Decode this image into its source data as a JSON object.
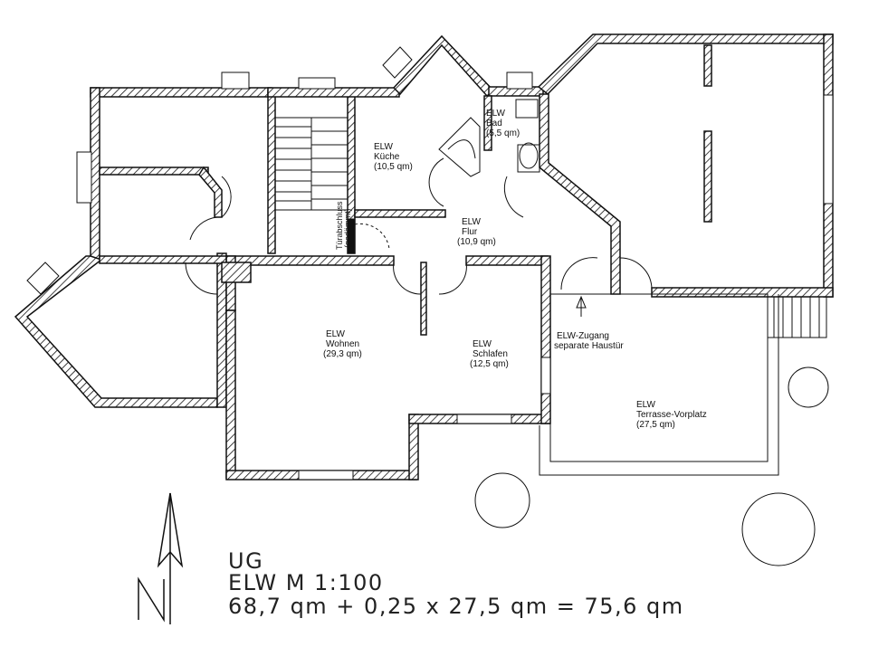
{
  "plan": {
    "rooms": {
      "kueche": {
        "l1": "ELW",
        "l2": "Küche",
        "l3": "(10,5 qm)"
      },
      "bad": {
        "l1": "ELW",
        "l2": "Bad",
        "l3": "(5,5 qm)"
      },
      "flur": {
        "l1": "ELW",
        "l2": "Flur",
        "l3": "(10,9 qm)"
      },
      "wohnen": {
        "l1": "ELW",
        "l2": "Wohnen",
        "l3": "(29,3 qm)"
      },
      "schlafen": {
        "l1": "ELW",
        "l2": "Schlafen",
        "l3": "(12,5 qm)"
      },
      "zugang": {
        "l1": "ELW-Zugang",
        "l2": "separate Haustür"
      },
      "terrasse": {
        "l1": "ELW",
        "l2": "Terrasse-Vorplatz",
        "l3": "(27,5 qm)"
      }
    },
    "door_note": {
      "l1": "Türabschluss",
      "l2": "(gedämmt)"
    },
    "north_label": "N"
  },
  "title_block": {
    "line1": "UG",
    "line2": "ELW M 1:100",
    "line3": "68,7 qm + 0,25 x 27,5 qm = 75,6 qm"
  }
}
